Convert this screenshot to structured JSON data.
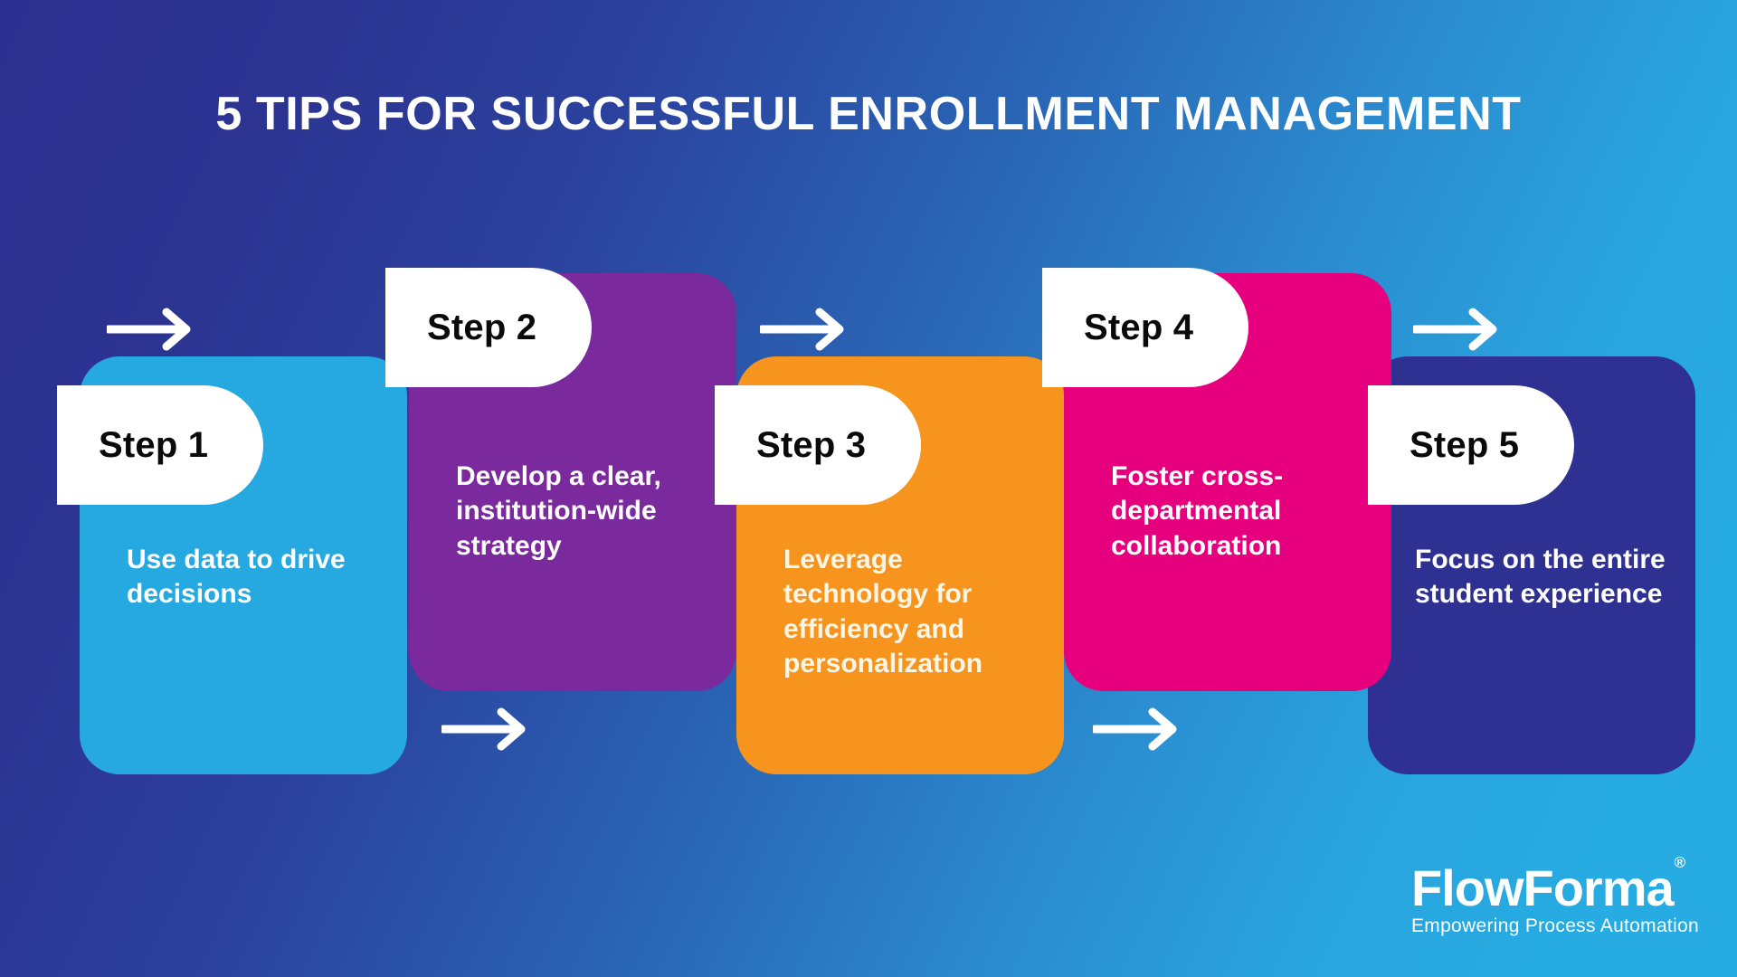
{
  "header": {
    "title": "5 Tips For Successful Enrollment Management"
  },
  "colors": {
    "background_start": "#2C2F8F",
    "background_end": "#26ABE2",
    "step1": "#26A9E0",
    "step2": "#7B2A9D",
    "step3": "#F7941E",
    "step4": "#E6007E",
    "step5": "#2E3192",
    "pill_background": "#FFFFFF",
    "pill_text": "#0A0A0A",
    "body_text": "#FFFFFF",
    "step3_body_text": "#FDF6E6"
  },
  "steps": [
    {
      "label": "Step 1",
      "text": "Use data to drive decisions",
      "color": "#26A9E0",
      "position": "lower"
    },
    {
      "label": "Step 2",
      "text": "Develop a clear, institution-wide strategy",
      "color": "#7B2A9D",
      "position": "upper"
    },
    {
      "label": "Step 3",
      "text": "Leverage technology for efficiency and personalization",
      "color": "#F7941E",
      "position": "lower"
    },
    {
      "label": "Step 4",
      "text": "Foster cross-departmental collaboration",
      "color": "#E6007E",
      "position": "upper"
    },
    {
      "label": "Step 5",
      "text": "Focus on the entire student experience",
      "color": "#2E3192",
      "position": "lower"
    }
  ],
  "arrows": [
    {
      "name": "arrow-into-step-1",
      "icon": "arrow-right-icon"
    },
    {
      "name": "arrow-step-1-to-2",
      "icon": "arrow-right-icon"
    },
    {
      "name": "arrow-step-2-to-3",
      "icon": "arrow-right-icon"
    },
    {
      "name": "arrow-step-3-to-4",
      "icon": "arrow-right-icon"
    },
    {
      "name": "arrow-step-4-to-5",
      "icon": "arrow-right-icon"
    },
    {
      "name": "arrow-after-step-5",
      "icon": "arrow-right-icon"
    }
  ],
  "logo": {
    "word": "FlowForma",
    "registered": "®",
    "tagline": "Empowering Process Automation"
  }
}
